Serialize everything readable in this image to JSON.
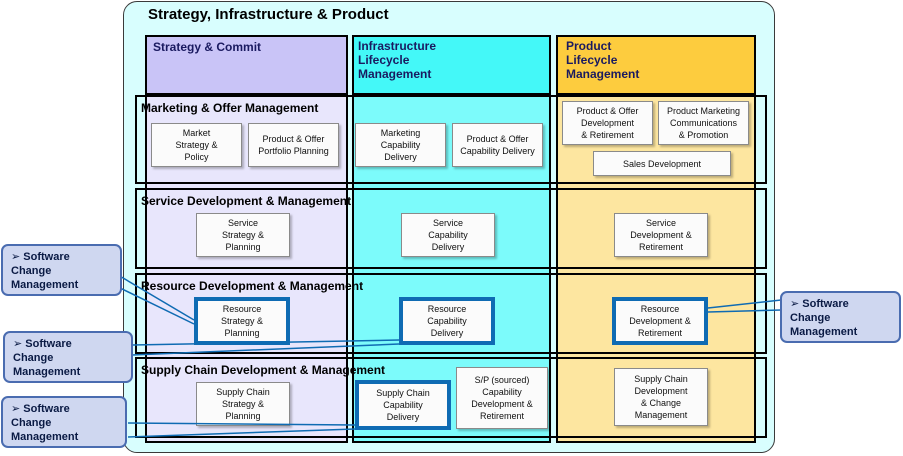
{
  "title": "Strategy, Infrastructure & Product",
  "columns": [
    {
      "label": "Strategy & Commit",
      "color": "#c9c4f7"
    },
    {
      "label": "Infrastructure\nLifecycle\nManagement",
      "color": "#44f8f8"
    },
    {
      "label": "Product\nLifecycle\nManagement",
      "color": "#fdcc3e"
    }
  ],
  "bands": [
    {
      "label": "Marketing & Offer Management",
      "boxes": [
        "Market\nStrategy &\nPolicy",
        "Product & Offer\nPortfolio Planning",
        "Marketing\nCapability\nDelivery",
        "Product & Offer\nCapability Delivery",
        "Product & Offer\nDevelopment\n& Retirement",
        "Product Marketing\nCommunications\n& Promotion",
        "Sales Development"
      ]
    },
    {
      "label": "Service Development & Management",
      "boxes": [
        "Service\nStrategy &\nPlanning",
        "Service\nCapability\nDelivery",
        "Service\nDevelopment &\nRetirement"
      ]
    },
    {
      "label": "Resource Development & Management",
      "boxes": [
        "Resource\nStrategy &\nPlanning",
        "Resource\nCapability\nDelivery",
        "Resource\nDevelopment &\nRetirement"
      ]
    },
    {
      "label": "Supply Chain Development & Management",
      "boxes": [
        "Supply Chain\nStrategy &\nPlanning",
        "Supply Chain\nCapability\nDelivery",
        "S/P (sourced)\nCapability\nDevelopment &\nRetirement",
        "Supply Chain\nDevelopment\n& Change\nManagement"
      ]
    }
  ],
  "callouts": [
    "➢ Software\n    Change\n    Management",
    "➢ Software\n    Change\n    Management",
    "➢ Software\n    Change\n    Management",
    "➢ Software\n    Change\n    Management"
  ],
  "colors": {
    "frame": "#d8fefe",
    "highlight": "#0f6bb3",
    "callout_fill": "#cfd7f0",
    "callout_border": "#4a6cb0"
  }
}
